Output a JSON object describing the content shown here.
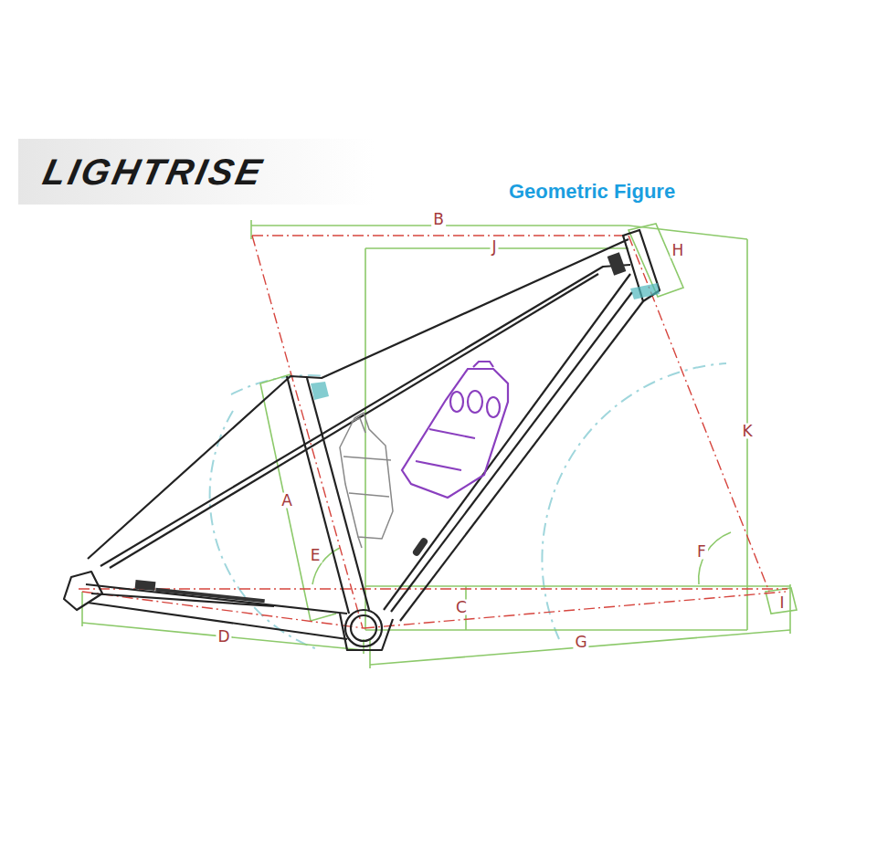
{
  "diagram": {
    "title": "Geometric Figure",
    "labels": [
      "LIGHTRISE",
      "B",
      "J",
      "H",
      "K",
      "A",
      "E",
      "F",
      "C",
      "I",
      "D",
      "G"
    ]
  }
}
